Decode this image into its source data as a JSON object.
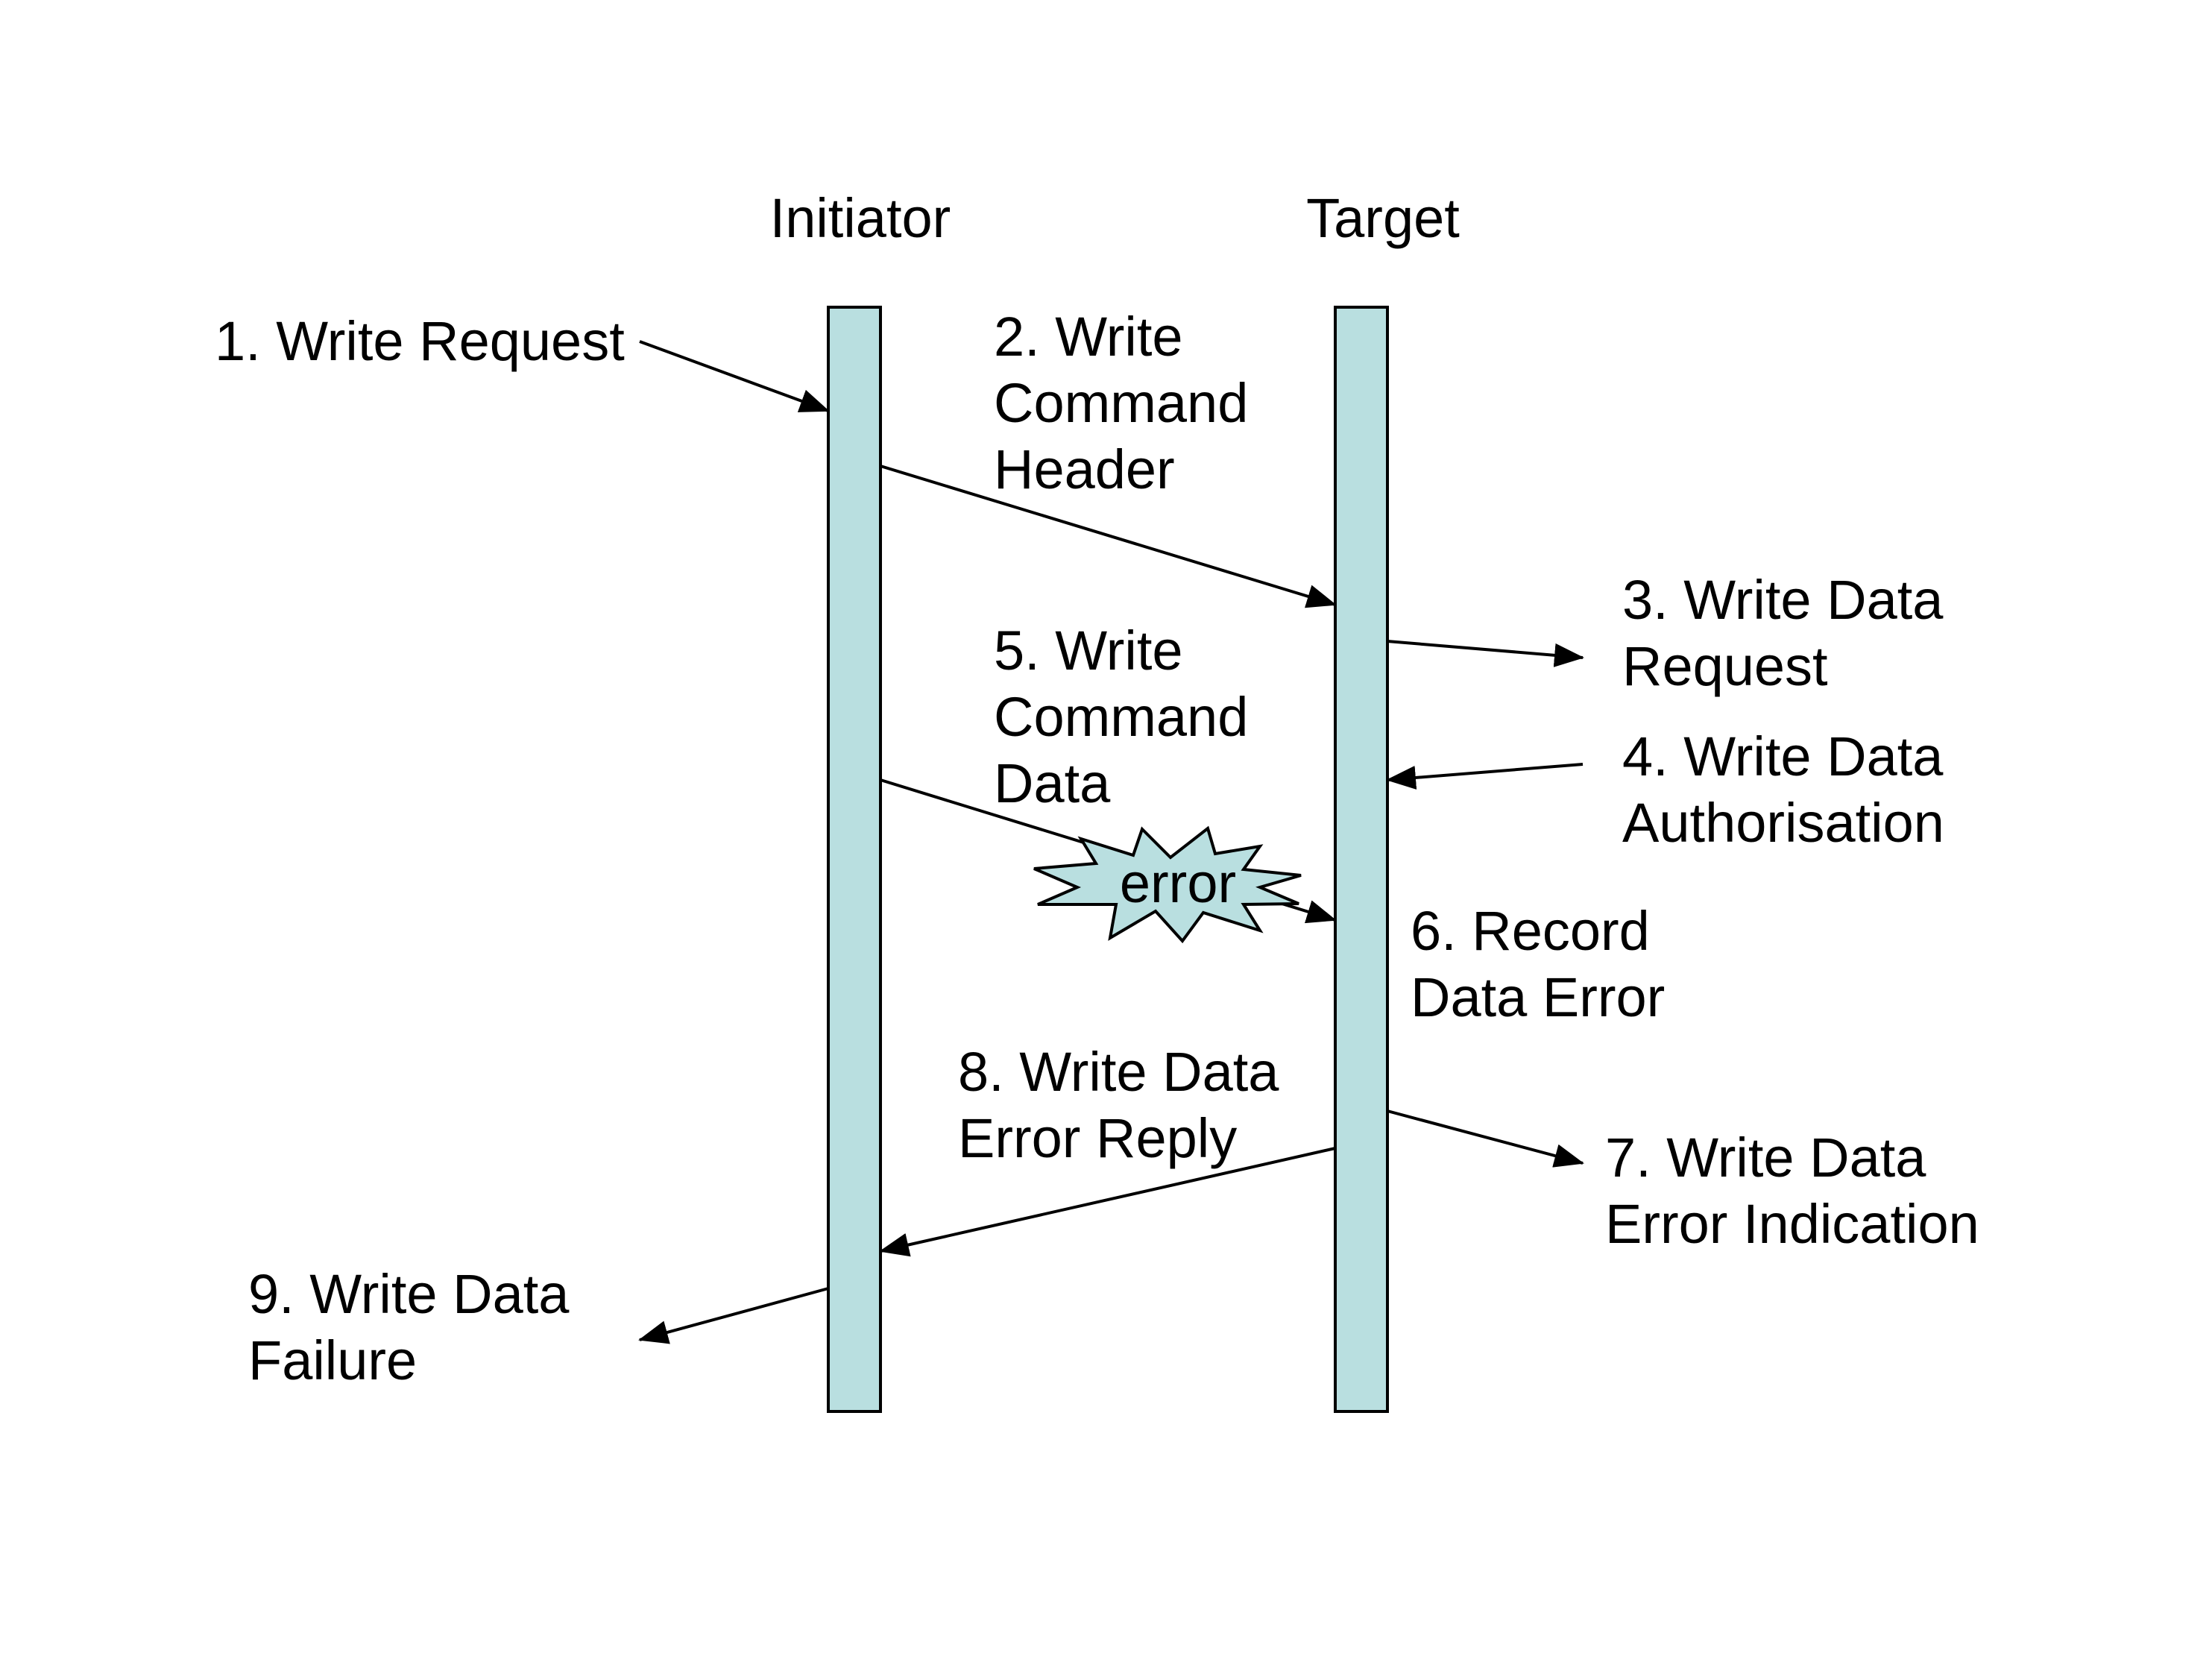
{
  "participants": {
    "initiator": "Initiator",
    "target": "Target"
  },
  "messages": {
    "m1": [
      "1. Write Request"
    ],
    "m2": [
      "2. Write",
      "Command",
      "Header"
    ],
    "m3": [
      "3. Write Data",
      "Request"
    ],
    "m4": [
      "4. Write Data",
      "Authorisation"
    ],
    "m5": [
      "5. Write",
      "Command",
      "Data"
    ],
    "m6": [
      "6. Record",
      "Data Error"
    ],
    "m7": [
      "7. Write Data",
      "Error Indication"
    ],
    "m8": [
      "8. Write Data",
      "Error Reply"
    ],
    "m9": [
      "9. Write Data",
      "Failure"
    ]
  },
  "error_burst": {
    "label": "error"
  },
  "colors": {
    "lifeline_fill": "#b9dfe0",
    "burst_fill": "#b9dfe0",
    "line": "#000000"
  }
}
